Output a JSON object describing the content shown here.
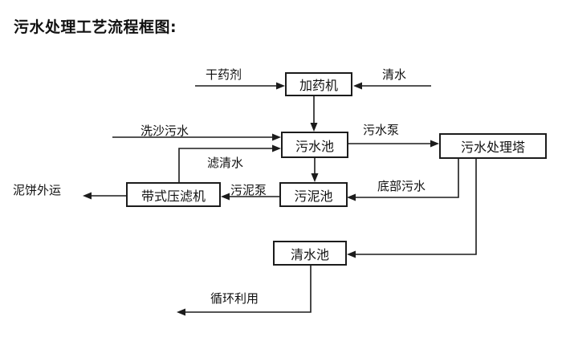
{
  "title": "污水处理工艺流程框图:",
  "diagram": {
    "nodes": {
      "dosing_machine": "加药机",
      "sewage_pool": "污水池",
      "treatment_tower": "污水处理塔",
      "belt_filter_press": "带式压滤机",
      "sludge_pool": "污泥池",
      "clean_water_pool": "清水池"
    },
    "edge_labels": {
      "dry_agent": "干药剂",
      "clean_water": "清水",
      "sand_washing_sewage": "洗沙污水",
      "sewage_pump": "污水泵",
      "filtered_water": "滤清水",
      "mud_cake_out": "泥饼外运",
      "sludge_pump": "污泥泵",
      "bottom_sewage": "底部污水",
      "recycle_reuse": "循环利用"
    },
    "colors": {
      "line": "#1c1c1c",
      "background": "#ffffff",
      "text": "#111111"
    }
  }
}
